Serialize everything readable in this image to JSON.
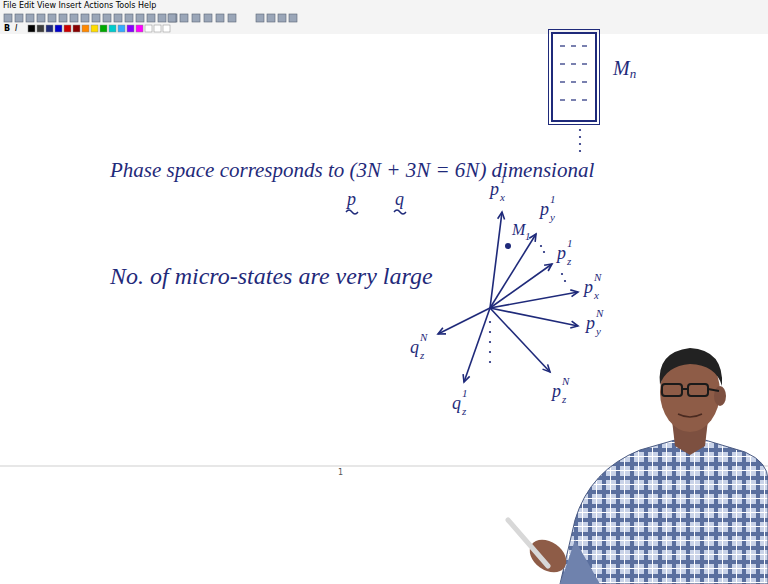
{
  "diagram": {
    "nodes": [
      {
        "text": [
          "M",
          "n"
        ]
      }
    ],
    "labels": [
      "File Edit View Insert Actions Tools Help",
      "B",
      "I",
      "Phase space corresponds to (3N + 3N = 6N) dimensional",
      "p",
      "q",
      "No. of micro-states are very large",
      "M",
      "1",
      "p",
      "1",
      "x",
      "p",
      "1",
      "y",
      "p",
      "1",
      "z",
      "p",
      "N",
      "x",
      "p",
      "N",
      "y",
      "p",
      "N",
      "z",
      "q",
      "N",
      "z",
      "q",
      "1",
      "z",
      "1"
    ]
  }
}
